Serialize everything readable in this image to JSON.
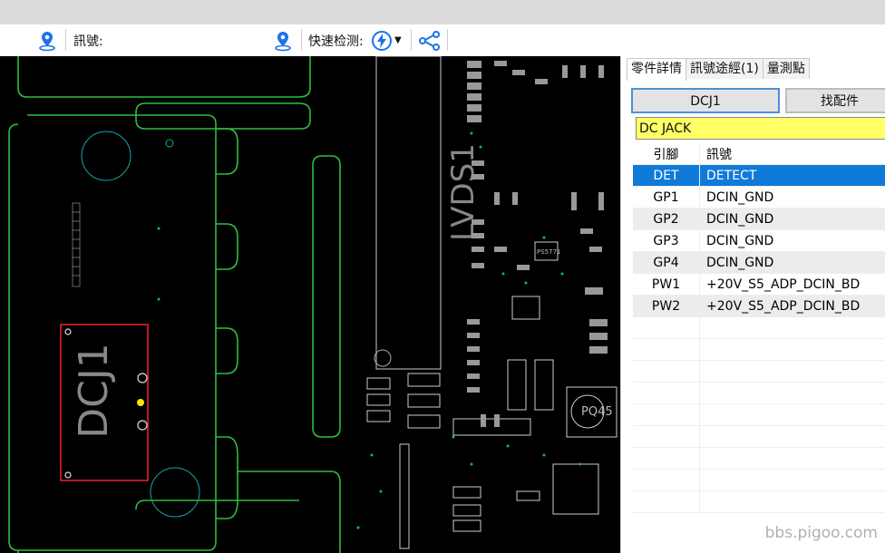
{
  "toolbar": {
    "signal_label": "訊號:",
    "quick_detect_label": "快速检测:"
  },
  "pcb": {
    "labels": {
      "lvds": "LVDS1",
      "dcj": "DCJ1",
      "pq45": "PQ45",
      "ps5771": "PS5771"
    }
  },
  "panel": {
    "tabs": [
      "零件詳情",
      "訊號途經(1)",
      "量測點"
    ],
    "part_button": "DCJ1",
    "find_button": "找配件",
    "description": "DC JACK",
    "columns": [
      "引腳",
      "訊號"
    ],
    "rows": [
      {
        "pin": "DET",
        "signal": "DETECT",
        "selected": true
      },
      {
        "pin": "GP1",
        "signal": "DCIN_GND"
      },
      {
        "pin": "GP2",
        "signal": "DCIN_GND"
      },
      {
        "pin": "GP3",
        "signal": "DCIN_GND"
      },
      {
        "pin": "GP4",
        "signal": "DCIN_GND"
      },
      {
        "pin": "PW1",
        "signal": "+20V_S5_ADP_DCIN_BD"
      },
      {
        "pin": "PW2",
        "signal": "+20V_S5_ADP_DCIN_BD"
      }
    ]
  },
  "watermark": "bbs.pigoo.com",
  "colors": {
    "accent": "#0f7ad8",
    "board_outline": "#2ebd3e",
    "selection": "#e82020",
    "highlight": "#ffff66"
  }
}
